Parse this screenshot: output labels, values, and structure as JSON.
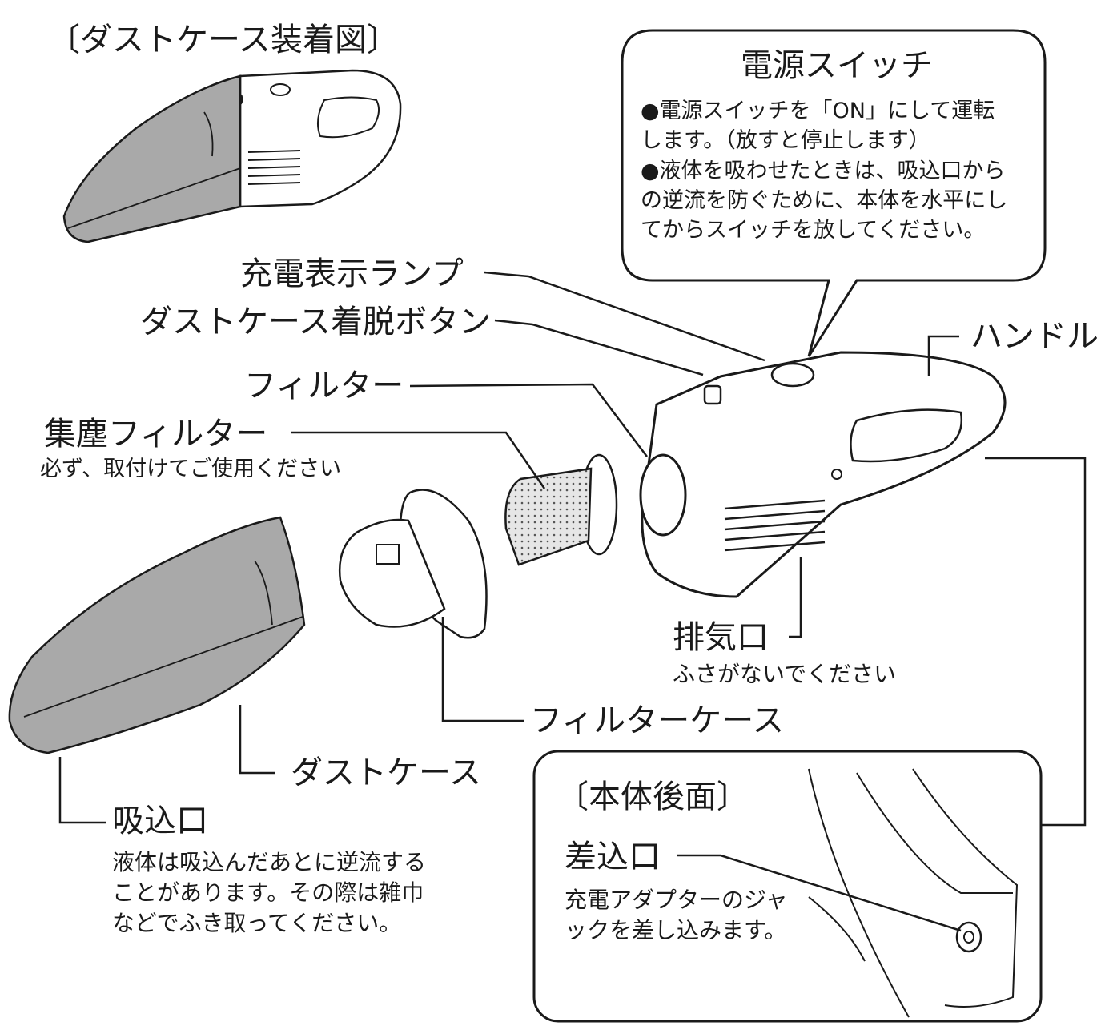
{
  "header": {
    "mounted_title": "〔ダストケース装着図〕"
  },
  "power_switch": {
    "title": "電源スイッチ",
    "bullets": [
      "●電源スイッチを「ON」にして運転　します。（放すと停止します）",
      "●液体を吸わせたときは、吸込口からの逆流を防ぐために、本体を水平にしてからスイッチを放してください。"
    ]
  },
  "labels": {
    "charge_lamp": "充電表示ランプ",
    "release_button": "ダストケース着脱ボタン",
    "handle": "ハンドル",
    "filter": "フィルター",
    "dust_filter": "集塵フィルター",
    "dust_filter_note": "必ず、取付けてご使用ください",
    "exhaust": "排気口",
    "exhaust_note": "ふさがないでください",
    "filter_case": "フィルターケース",
    "dust_case": "ダストケース",
    "intake": "吸込口",
    "intake_note": "液体は吸込んだあとに逆流することがあります。その際は雑巾などでふき取ってください。"
  },
  "rear": {
    "title": "〔本体後面〕",
    "socket": "差込口",
    "socket_note": "充電アダプターのジャックを差し込みます。"
  },
  "colors": {
    "line": "#1a1a1a",
    "gray_fill": "#a9a9a9",
    "white": "#ffffff"
  }
}
